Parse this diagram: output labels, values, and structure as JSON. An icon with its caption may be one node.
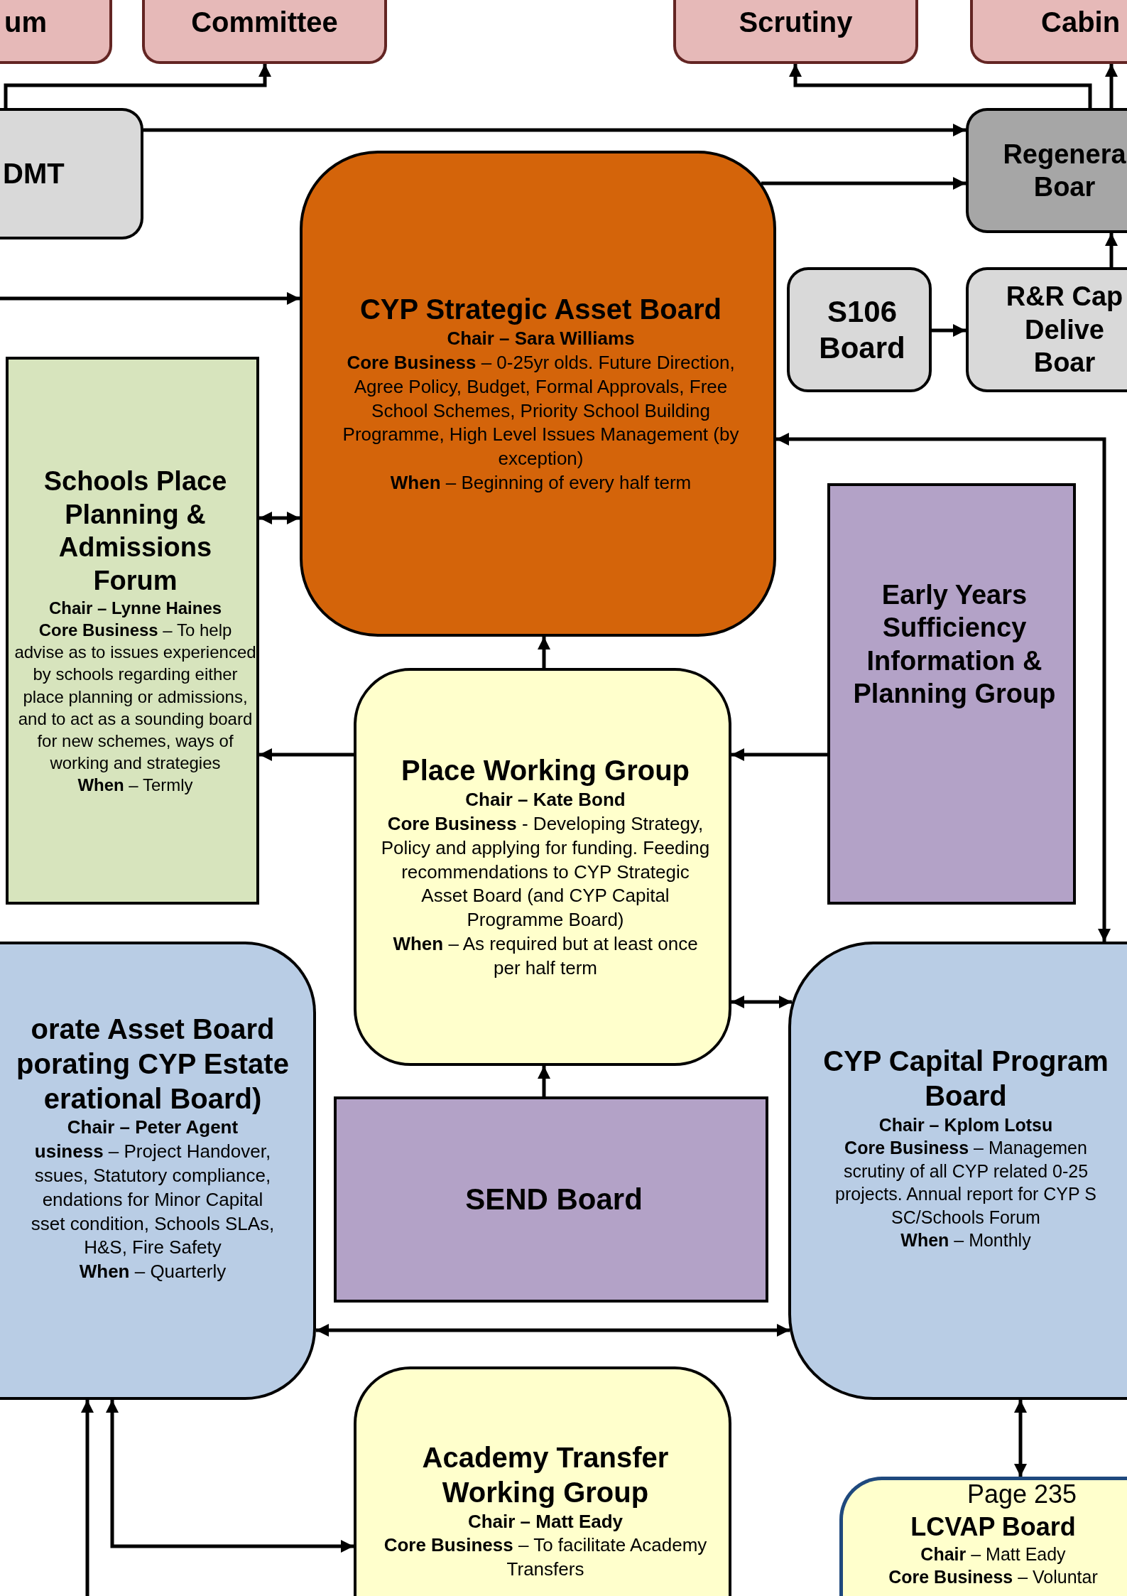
{
  "diagram": {
    "nodes": [
      {
        "text": [
          "um"
        ]
      },
      {
        "text": [
          "Committee"
        ]
      },
      {
        "text": [
          "Scrutiny"
        ]
      },
      {
        "text": [
          "Cabin"
        ]
      },
      {
        "text": [
          "DMT"
        ]
      },
      {
        "text": [
          "Regenera",
          "Boar"
        ]
      },
      {
        "text": [
          "CYP Strategic Asset Board",
          "Chair – Sara Williams",
          "**Core Business** – 0-25yr olds. Future Direction, Agree Policy, Budget, Formal Approvals, Free School Schemes, Priority School Building Programme, High Level Issues Management (by exception)",
          "**When** – Beginning of every half term"
        ]
      },
      {
        "text": [
          "S106 Board"
        ]
      },
      {
        "text": [
          "R&R Cap",
          "Delive",
          "Boar"
        ]
      },
      {
        "text": [
          "Schools Place Planning & Admissions Forum",
          "Chair – Lynne Haines",
          "**Core Business** – To help advise as to issues experienced by schools regarding either place planning or admissions, and to act as a sounding board for new schemes, ways of working and strategies",
          "**When** – Termly"
        ]
      },
      {
        "text": [
          "Early Years Sufficiency Information & Planning Group"
        ]
      },
      {
        "text": [
          "Place Working Group",
          "Chair – Kate Bond",
          "**Core Business** - Developing Strategy, Policy and applying for funding. Feeding recommendations to CYP Strategic Asset Board (and CYP Capital Programme Board)",
          "**When** – As required but at least once per half term"
        ]
      },
      {
        "text": [
          "orate Asset Board",
          "porating CYP Estate",
          "erational Board)",
          "Chair – Peter Agent",
          "**usiness** – Project Handover,",
          "ssues, Statutory compliance,",
          "endations for Minor Capital",
          "sset condition, Schools SLAs,",
          "H&S, Fire Safety",
          "**When** – Quarterly"
        ]
      },
      {
        "text": [
          "CYP Capital Program",
          "Board",
          "Chair – Kplom Lotsu",
          "**Core Business** – Managemen",
          "scrutiny of all CYP related 0-25",
          "projects. Annual report for CYP S",
          "SC/Schools Forum",
          "**When** – Monthly"
        ]
      },
      {
        "text": [
          "SEND Board"
        ]
      },
      {
        "text": [
          "Academy Transfer Working Group",
          "Chair – Matt Eady",
          "**Core Business** – To facilitate Academy Transfers"
        ]
      },
      {
        "text": [
          "LCVAP Board",
          "**Chair** – Matt Eady",
          "**Core Business** – Voluntar"
        ]
      }
    ],
    "edges": [
      {
        "from": 4,
        "to": 1,
        "arrow": "to"
      },
      {
        "from": 4,
        "to": 5,
        "arrow": "to"
      },
      {
        "from": 5,
        "to": 2,
        "arrow": "to"
      },
      {
        "from": 5,
        "to": 3,
        "arrow": "to"
      },
      {
        "from": 6,
        "to": 5,
        "arrow": "to"
      },
      {
        "from": null,
        "to": 6,
        "arrow": "to"
      },
      {
        "from": 7,
        "to": 8,
        "arrow": "to"
      },
      {
        "from": 8,
        "to": 5,
        "arrow": "to"
      },
      {
        "from": 9,
        "to": 6,
        "arrow": "both"
      },
      {
        "from": 11,
        "to": 6,
        "arrow": "to"
      },
      {
        "from": 11,
        "to": 9,
        "arrow": "to"
      },
      {
        "from": 10,
        "to": 11,
        "arrow": "to"
      },
      {
        "from": 6,
        "to": 13,
        "arrow": "both"
      },
      {
        "from": 11,
        "to": 13,
        "arrow": "both"
      },
      {
        "from": 14,
        "to": 11,
        "arrow": "to"
      },
      {
        "from": 12,
        "to": 13,
        "arrow": "both"
      },
      {
        "from": 13,
        "to": 16,
        "arrow": "both"
      },
      {
        "from": 12,
        "to": 15,
        "arrow": "both"
      },
      {
        "from": null,
        "to": 12,
        "arrow": "to"
      }
    ],
    "labels": [
      "Page 235"
    ]
  }
}
